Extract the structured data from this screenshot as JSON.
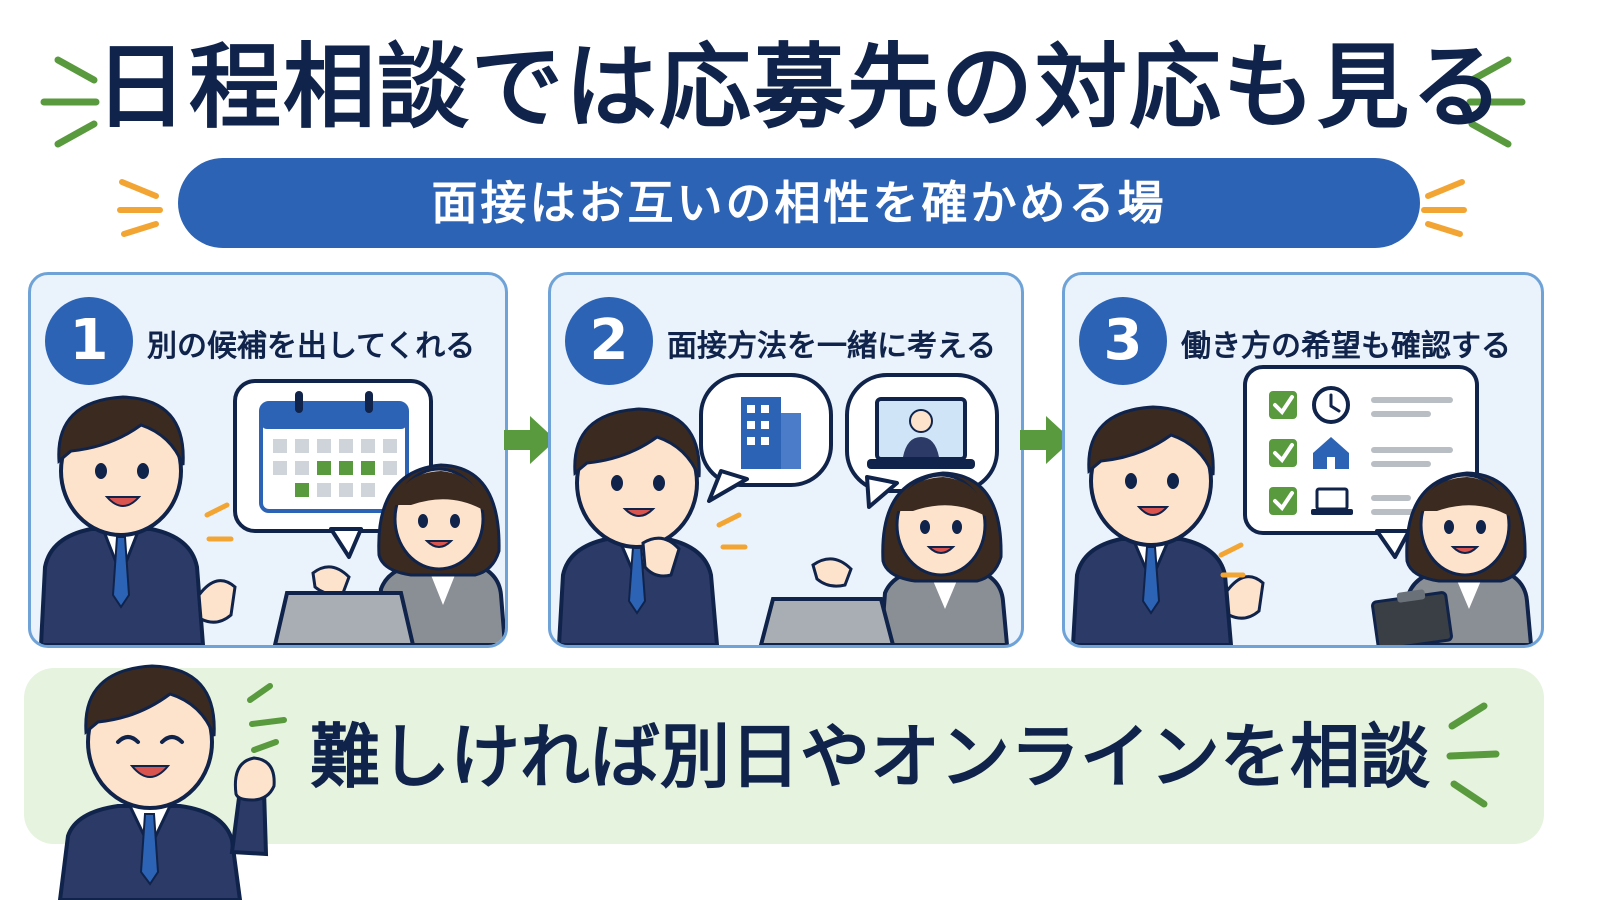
{
  "title": "日程相談では応募先の対応も見る",
  "subtitle": "面接はお互いの相性を確かめる場",
  "steps": [
    {
      "number": "1",
      "label": "別の候補を出してくれる",
      "icon": "calendar-icon"
    },
    {
      "number": "2",
      "label": "面接方法を一緒に考える",
      "icon": "building-icon"
    },
    {
      "number": "3",
      "label": "働き方の希望も確認する",
      "icon": "checklist-icon"
    }
  ],
  "bottom_message": "難しければ別日やオンラインを相談",
  "colors": {
    "title_text": "#10234a",
    "accent_blue": "#2d63b4",
    "card_border": "#6fa3d8",
    "card_bg": "#eaf3fc",
    "arrow_green": "#5a9a3e",
    "bottom_bg": "#e6f3df",
    "spark_green": "#5a9a3e",
    "spark_orange": "#f3a533"
  }
}
